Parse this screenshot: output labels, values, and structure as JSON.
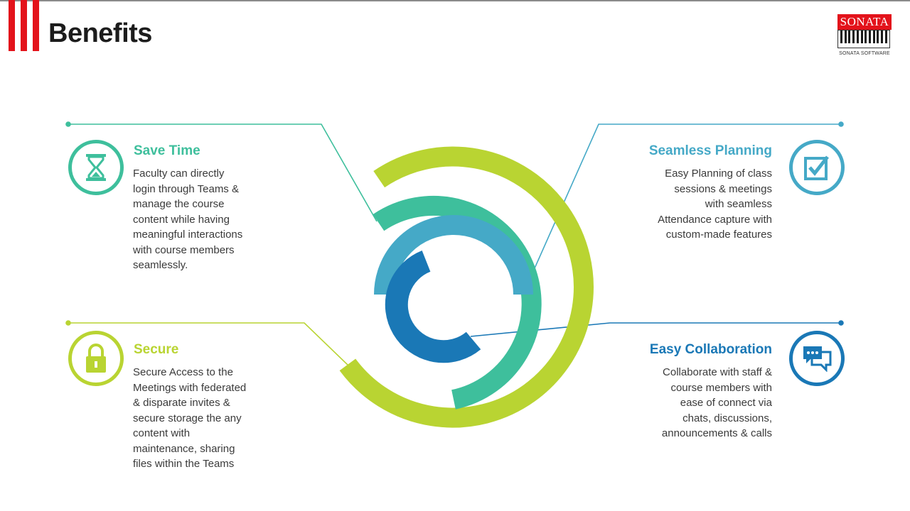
{
  "header": {
    "title": "Benefits",
    "logo_word": "SONATA",
    "logo_sub": "SONATA SOFTWARE"
  },
  "colors": {
    "lime": "#b9d432",
    "teal": "#3ebf9c",
    "light_blue": "#45a9c7",
    "dark_blue": "#1a78b6",
    "brand_red": "#e3131b"
  },
  "benefits": [
    {
      "id": "save-time",
      "title": "Save Time",
      "icon": "hourglass-icon",
      "color": "#3ebf9c",
      "body": "Faculty can directly\nlogin through Teams &\nmanage the course\ncontent while having\nmeaningful interactions\nwith course members\nseamlessly."
    },
    {
      "id": "seamless-planning",
      "title": "Seamless Planning",
      "icon": "checkbox-icon",
      "color": "#45a9c7",
      "body": "Easy Planning of class\nsessions & meetings\nwith seamless\nAttendance capture with\ncustom-made features"
    },
    {
      "id": "secure",
      "title": "Secure",
      "icon": "padlock-icon",
      "color": "#b9d432",
      "body": "Secure Access to the\nMeetings with federated\n& disparate invites &\nsecure storage the any\ncontent with\nmaintenance, sharing\nfiles within the Teams"
    },
    {
      "id": "easy-collaboration",
      "title": "Easy Collaboration",
      "icon": "chat-bubbles-icon",
      "color": "#1a78b6",
      "body": "Collaborate with staff &\ncourse members with\nease of connect via\nchats, discussions,\nannouncements & calls"
    }
  ]
}
